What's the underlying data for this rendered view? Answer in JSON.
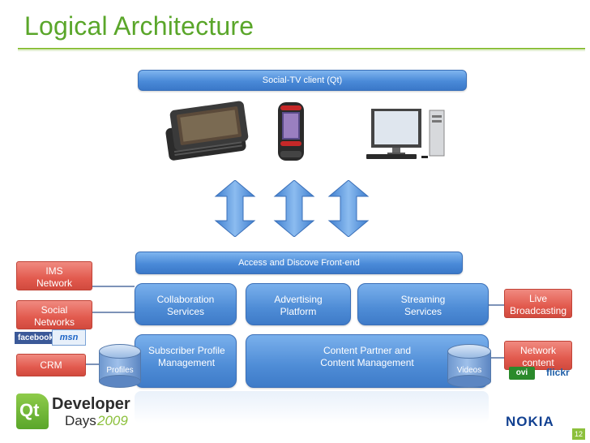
{
  "slide": {
    "title": "Logical Architecture",
    "page_number": "12"
  },
  "client_bar": {
    "label": "Social-TV client (Qt)"
  },
  "frontend_bar": {
    "label": "Access and Discove Front-end"
  },
  "services": [
    {
      "line1": "Collaboration",
      "line2": "Services"
    },
    {
      "line1": "Advertising",
      "line2": "Platform"
    },
    {
      "line1": "Streaming",
      "line2": "Services"
    }
  ],
  "subscriber": {
    "line1": "Subscriber Profile",
    "line2": "Management"
  },
  "content_partner": {
    "line1": "Content Partner and",
    "line2": "Content Management"
  },
  "databases": {
    "profiles": "Profiles",
    "videos": "Videos"
  },
  "left_side": {
    "ims": {
      "line1": "IMS",
      "line2": "Network"
    },
    "social": {
      "line1": "Social",
      "line2": "Networks"
    },
    "crm": {
      "label": "CRM"
    },
    "facebook_logo": "facebook",
    "msn_logo": "msn"
  },
  "right_side": {
    "live": {
      "line1": "Live",
      "line2": "Broadcasting"
    },
    "network_content": {
      "line1": "Network",
      "line2": "content"
    },
    "ovi_logo": "ovi",
    "flickr_logo": "flickr"
  },
  "branding": {
    "qt_developer": "Developer",
    "qt_days": "Days",
    "qt_year": "2009",
    "nokia": "NOKIA"
  },
  "colors": {
    "title_green": "#5aa62a",
    "box_blue": "#4a8ad8",
    "side_red": "#e25a4e"
  }
}
